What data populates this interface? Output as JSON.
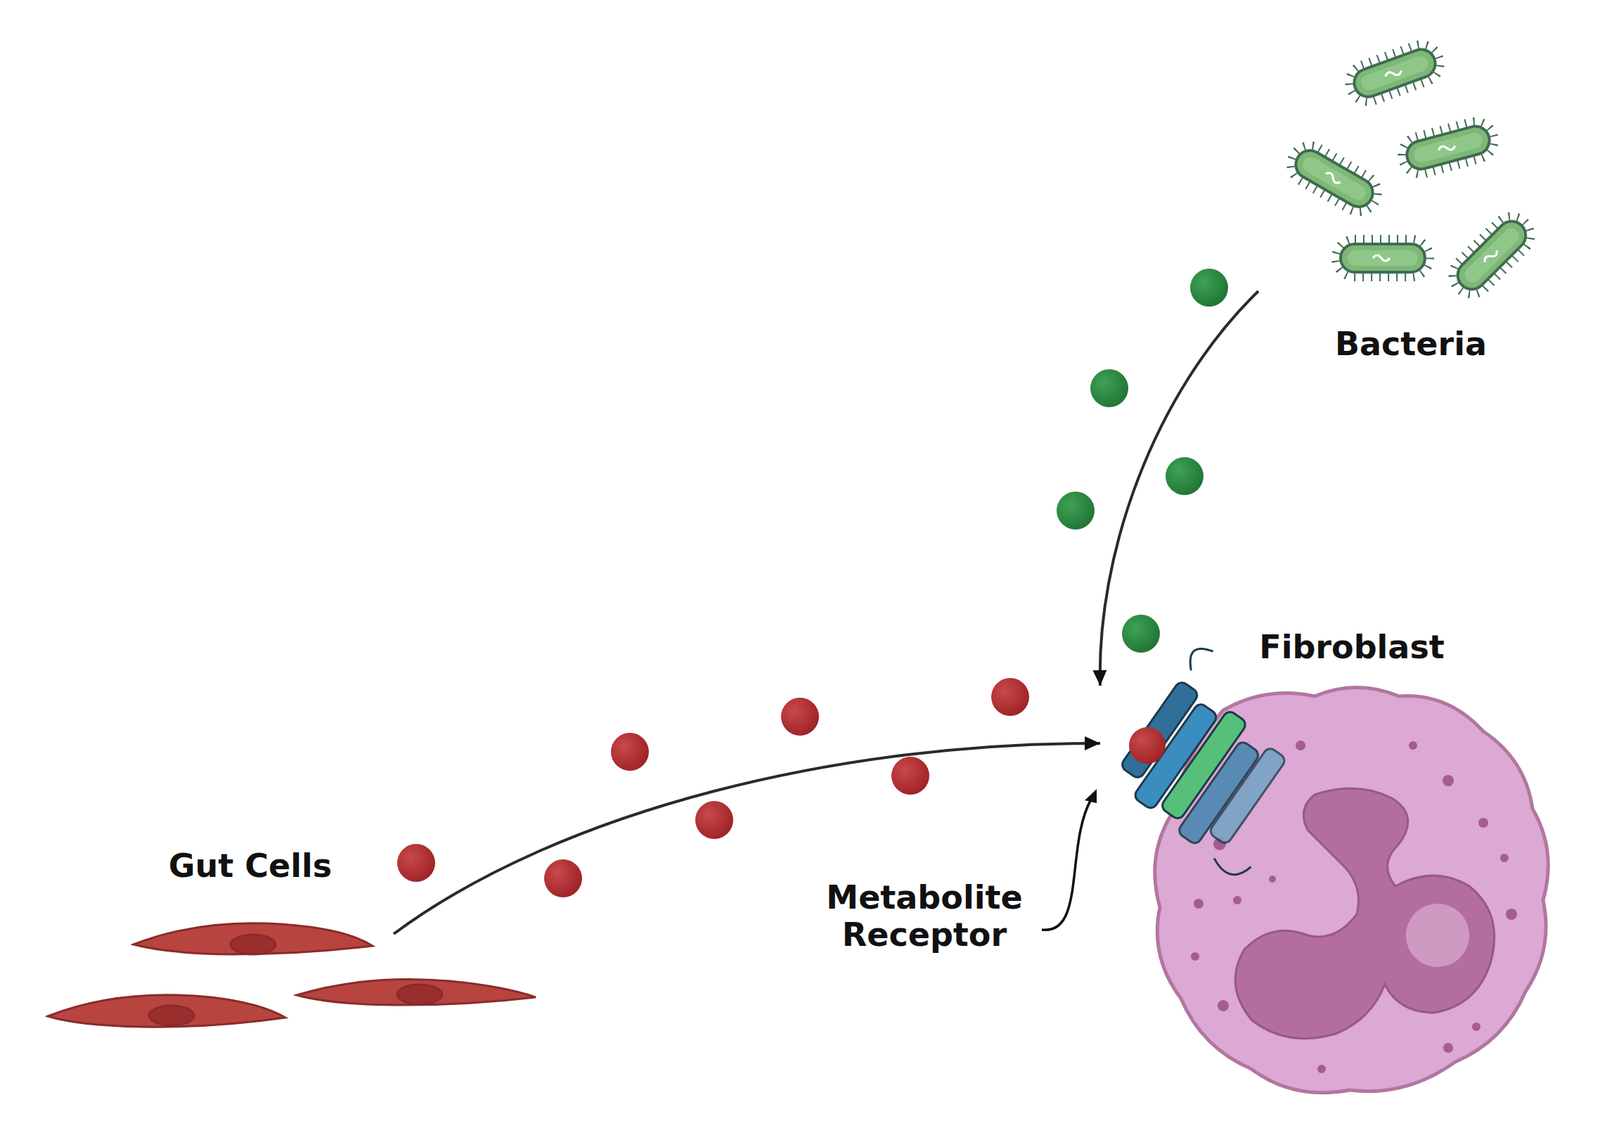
{
  "diagram": {
    "nodes": [
      {
        "text": [
          "Gut Cells"
        ]
      },
      {
        "text": [
          "Bacteria"
        ]
      },
      {
        "text": [
          "Fibroblast"
        ]
      }
    ],
    "edges": [
      {
        "from": 0,
        "to": 2,
        "arrow": "to"
      },
      {
        "from": 1,
        "to": 2,
        "arrow": "to"
      }
    ],
    "labels": [
      "Metabolite Receptor"
    ]
  }
}
